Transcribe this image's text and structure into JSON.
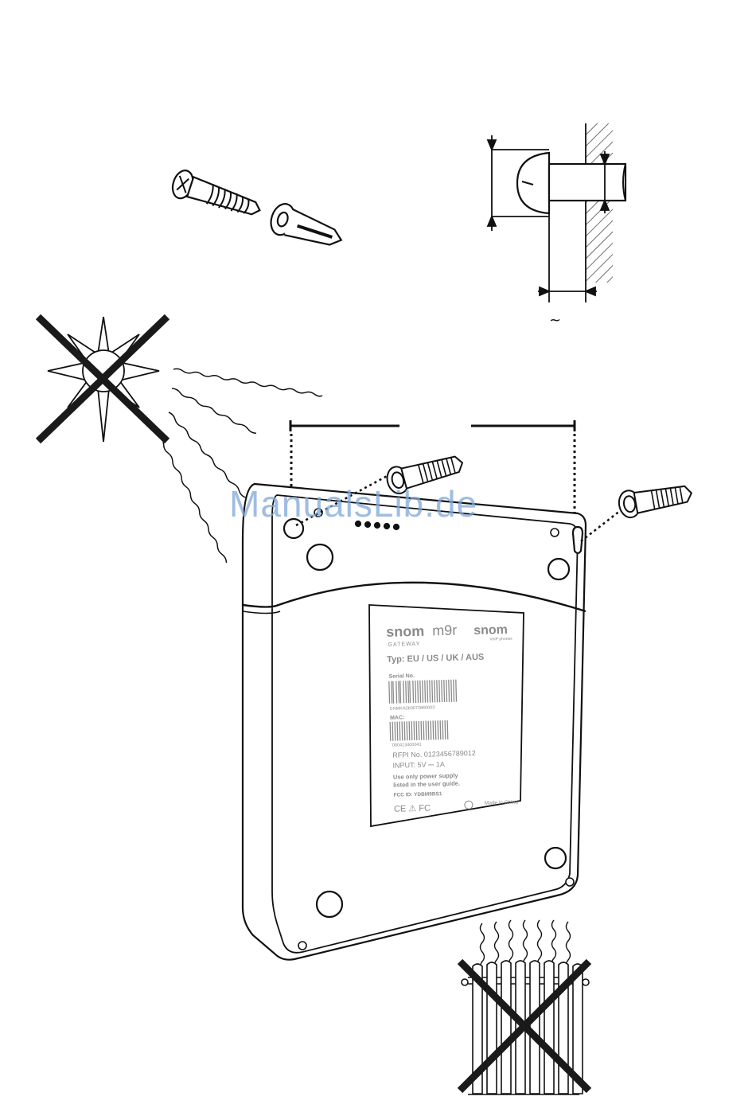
{
  "watermark": "ManualsLib.de",
  "dimension_symbol": "~",
  "label": {
    "brand": "snom",
    "model": "m9r",
    "brand_right": "snom",
    "brand_right_sub": "VoIP phones",
    "gateway": "GATEWAY",
    "type_line": "Typ: EU / US / UK / AUS",
    "serial_label": "Serial No.",
    "serial_value": "CNMKA2b0072860003",
    "mac_label": "MAC:",
    "mac_value": "000413400041",
    "rfpi": "RFPI No. 0123456789012",
    "input": "INPUT: 5V ⎓ 1A",
    "psu_note_1": "Use only power supply",
    "psu_note_2": "listed in the user guide.",
    "fcc_id": "FCC ID: YDBM9BS1",
    "cert_marks": "CE ⚠ FC",
    "made_in": "Made in China"
  },
  "colors": {
    "line": "#111111",
    "cross": "#1a1a1a",
    "watermark": "#7fa8d8",
    "label_text": "#8a8a8a",
    "label_bg": "#ffffff"
  }
}
